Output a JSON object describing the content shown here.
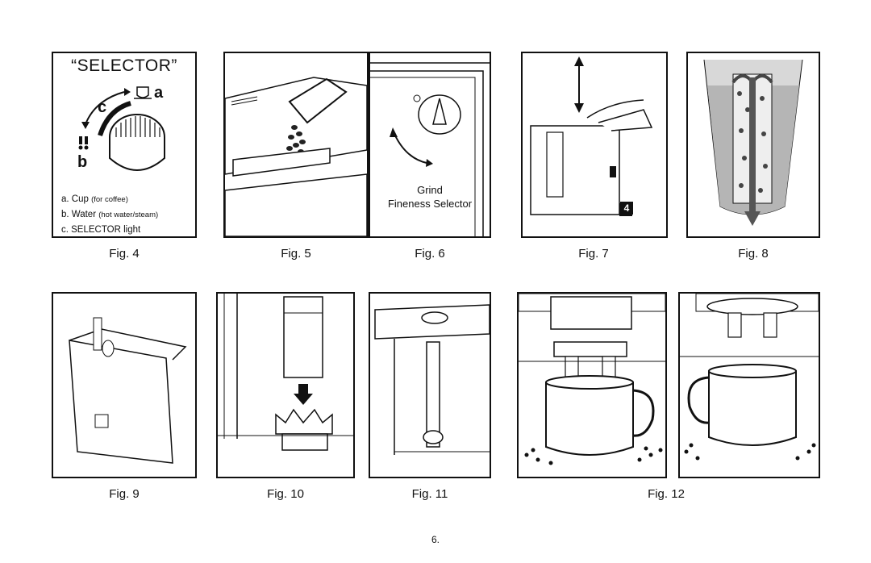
{
  "fig4": {
    "title": "“SELECTOR”",
    "label_a": "a",
    "label_b": "b",
    "label_c": "c",
    "legend_a_main": "a. Cup",
    "legend_a_sub": "(for coffee)",
    "legend_b_main": "b. Water",
    "legend_b_sub": "(hot water/steam)",
    "legend_c": "c. SELECTOR light"
  },
  "fig6": {
    "label_line1": "Grind",
    "label_line2": "Fineness Selector"
  },
  "fig7": {
    "badge": "4"
  },
  "captions": {
    "fig4": "Fig. 4",
    "fig5": "Fig. 5",
    "fig6": "Fig. 6",
    "fig7": "Fig. 7",
    "fig8": "Fig. 8",
    "fig9": "Fig. 9",
    "fig10": "Fig. 10",
    "fig11": "Fig. 11",
    "fig12": "Fig. 12"
  },
  "page_number": "6."
}
